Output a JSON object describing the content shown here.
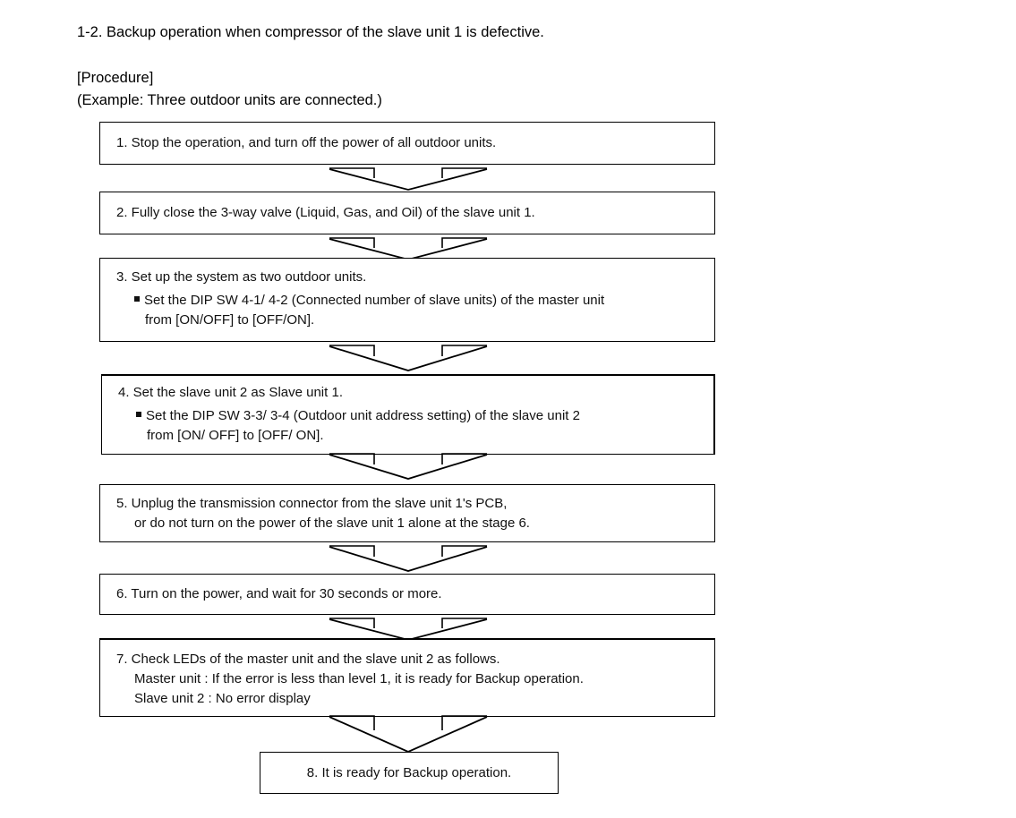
{
  "document": {
    "title": "1-2. Backup operation when compressor of the slave unit 1 is defective.",
    "procedure_label": "[Procedure]",
    "procedure_example": "(Example: Three outdoor units are connected.)"
  },
  "flowchart": {
    "type": "flowchart",
    "orientation": "top-to-bottom",
    "connector_icon": "down-arrow-icon",
    "bullet_glyph": "square-bullet",
    "steps": [
      {
        "id": "step-1",
        "lines": [
          "1. Stop the operation, and turn off the power of all outdoor units."
        ]
      },
      {
        "id": "step-2",
        "lines": [
          "2. Fully close the 3-way valve (Liquid, Gas, and Oil) of the slave unit 1."
        ]
      },
      {
        "id": "step-3",
        "lines": [
          "3. Set up the system as two outdoor units.",
          "Set the DIP SW 4-1/ 4-2 (Connected number of slave units) of the master unit",
          "from [ON/OFF] to [OFF/ON]."
        ]
      },
      {
        "id": "step-4",
        "lines": [
          "4. Set the slave unit 2 as Slave unit 1.",
          "Set the DIP SW 3-3/ 3-4 (Outdoor unit address setting) of the slave unit 2",
          "from [ON/ OFF] to [OFF/ ON]."
        ]
      },
      {
        "id": "step-5",
        "lines": [
          "5. Unplug the transmission connector from the slave unit 1's PCB,",
          "or do not turn on the power of the slave unit 1 alone at the stage 6."
        ]
      },
      {
        "id": "step-6",
        "lines": [
          "6. Turn on the power, and wait for 30 seconds or more."
        ]
      },
      {
        "id": "step-7",
        "lines": [
          "7. Check LEDs of the master unit and the slave unit 2 as follows.",
          "Master unit : If the error is less than level 1, it is ready for Backup operation.",
          "Slave unit 2 : No error display"
        ]
      },
      {
        "id": "step-8",
        "lines": [
          "8. It is ready for Backup operation."
        ]
      }
    ]
  },
  "colors": {
    "text": "#111111",
    "border": "#000000",
    "background": "#ffffff"
  }
}
